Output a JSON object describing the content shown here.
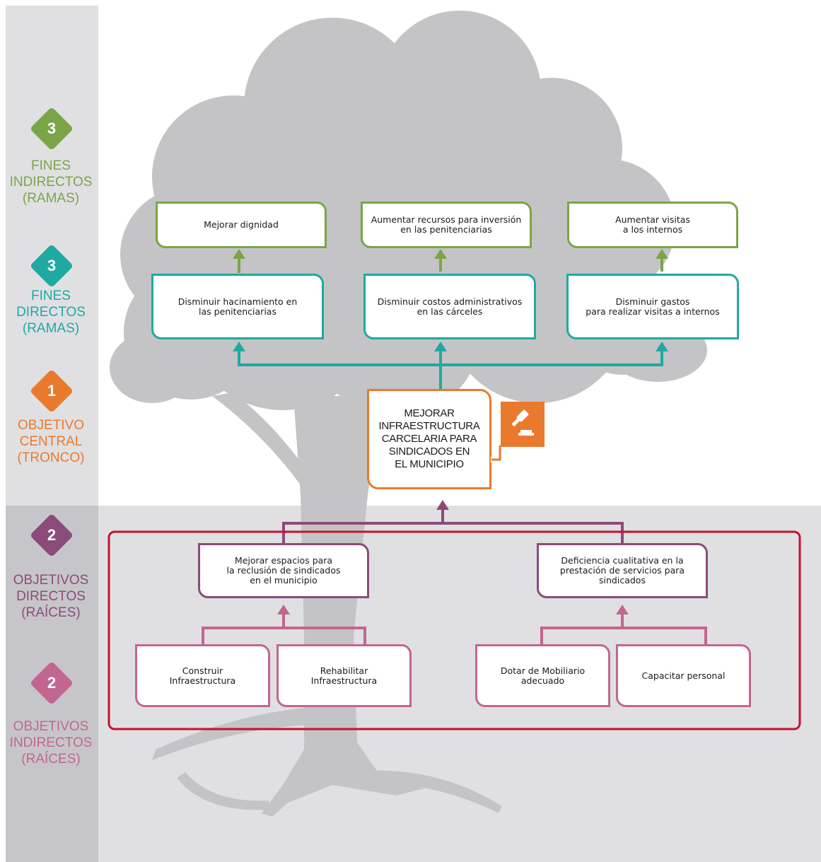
{
  "colors": {
    "green": "#7aa546",
    "teal": "#1eaaa0",
    "orange": "#e97a2d",
    "purple": "#8b4b7a",
    "pink": "#c2668f",
    "red": "#c8102e",
    "band_gray": "#c6c6ca",
    "panel_gray": "#e0e0e3",
    "tree_gray": "#c4c4c6"
  },
  "legend": {
    "fines_indirectos": {
      "number": "3",
      "label": "FINES\nINDIRECTOS\n(RAMAS)"
    },
    "fines_directos": {
      "number": "3",
      "label": "FINES\nDIRECTOS\n(RAMAS)"
    },
    "objetivo_central": {
      "number": "1",
      "label": "OBJETIVO\nCENTRAL\n(TRONCO)"
    },
    "objetivos_directos": {
      "number": "2",
      "label": "OBJETIVOS\nDIRECTOS\n(RAÍCES)"
    },
    "objetivos_indirectos": {
      "number": "2",
      "label": "OBJETIVOS\nINDIRECTOS\n(RAÍCES)"
    }
  },
  "fines_indirectos": [
    "Mejorar dignidad",
    "Aumentar recursos para inversión\nen las penitenciarias",
    "Aumentar visitas\na los internos"
  ],
  "fines_directos": [
    "Disminuir hacinamiento en\nlas penitenciarias",
    "Disminuir costos administrativos\nen las cárceles",
    "Disminuir gastos\npara realizar visitas a internos"
  ],
  "objetivo_central": {
    "text": "MEJORAR\nINFRAESTRUCTURA\nCARCELARIA PARA\nSINDICADOS EN\nEL MUNICIPIO",
    "icon": "gavel-icon"
  },
  "objetivos_directos": [
    "Mejorar espacios para\nla reclusión de sindicados\nen el municipio",
    "Deficiencia cualitativa en la\nprestación de servicios para\nsindicados"
  ],
  "objetivos_indirectos": [
    "Construir\nInfraestructura",
    "Rehabilitar\nInfraestructura",
    "Dotar de Mobiliario\nadecuado",
    "Capacitar personal"
  ]
}
